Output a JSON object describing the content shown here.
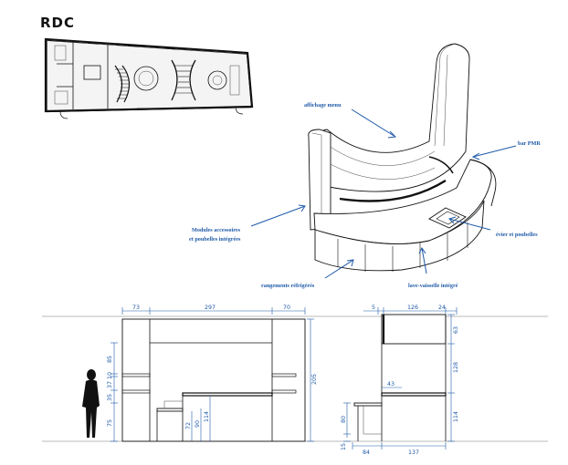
{
  "title": "RDC",
  "annotations": {
    "affichage_menu": "affichage menu",
    "bar_pmr": "bar PMR",
    "modules_line1": "Modules accessoires",
    "modules_line2": "et poubelles intégrées",
    "evier": "évier  et poubelles",
    "rangements": "rangements réfrigérés",
    "lave_vaisselle": "lave-vaisselle intégré"
  },
  "front_elevation": {
    "top_dims": [
      "73",
      "297",
      "70"
    ],
    "right_dim": "205",
    "left_dims": [
      "85",
      "10",
      "37",
      "35",
      "75"
    ],
    "inner_dims": [
      "72",
      "90",
      "114"
    ]
  },
  "side_elevation": {
    "top_dims": [
      "5",
      "126",
      "24"
    ],
    "right_dims": [
      "63",
      "128",
      "114"
    ],
    "inner_dim": "43",
    "left_dims": [
      "80",
      "15"
    ],
    "bottom_dims": [
      "84",
      "137"
    ]
  },
  "colors": {
    "annotation_blue": "#1f5aa8",
    "ink": "#111111"
  }
}
